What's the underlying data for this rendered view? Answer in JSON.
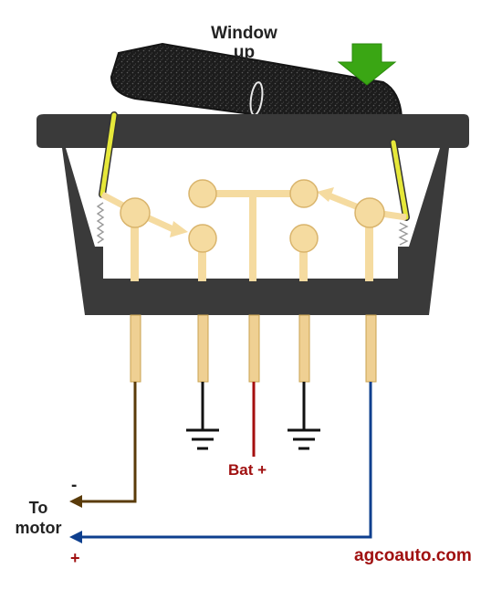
{
  "labels": {
    "title_line1": "Window",
    "title_line2": "up",
    "minus": "-",
    "to_motor_line1": "To",
    "to_motor_line2": "motor",
    "plus": "+",
    "bat_plus": "Bat +",
    "website": "agcoauto.com"
  },
  "colors": {
    "housing": "#3a3a3a",
    "rocker": "#1c1c1c",
    "contact_strip": "#f5dba0",
    "terminal": "#efd093",
    "wire_motor_minus": "#5a3b0a",
    "wire_ground": "#111111",
    "wire_battery": "#a50f0f",
    "wire_motor_plus": "#0e3f8e",
    "press_arrow": "#3aa614",
    "lever": "#e6e83a",
    "label_red": "#a01010"
  },
  "icons": [
    "press-down-arrow-icon",
    "ground-symbol-icon",
    "spring-icon",
    "wire-arrow-icon"
  ]
}
